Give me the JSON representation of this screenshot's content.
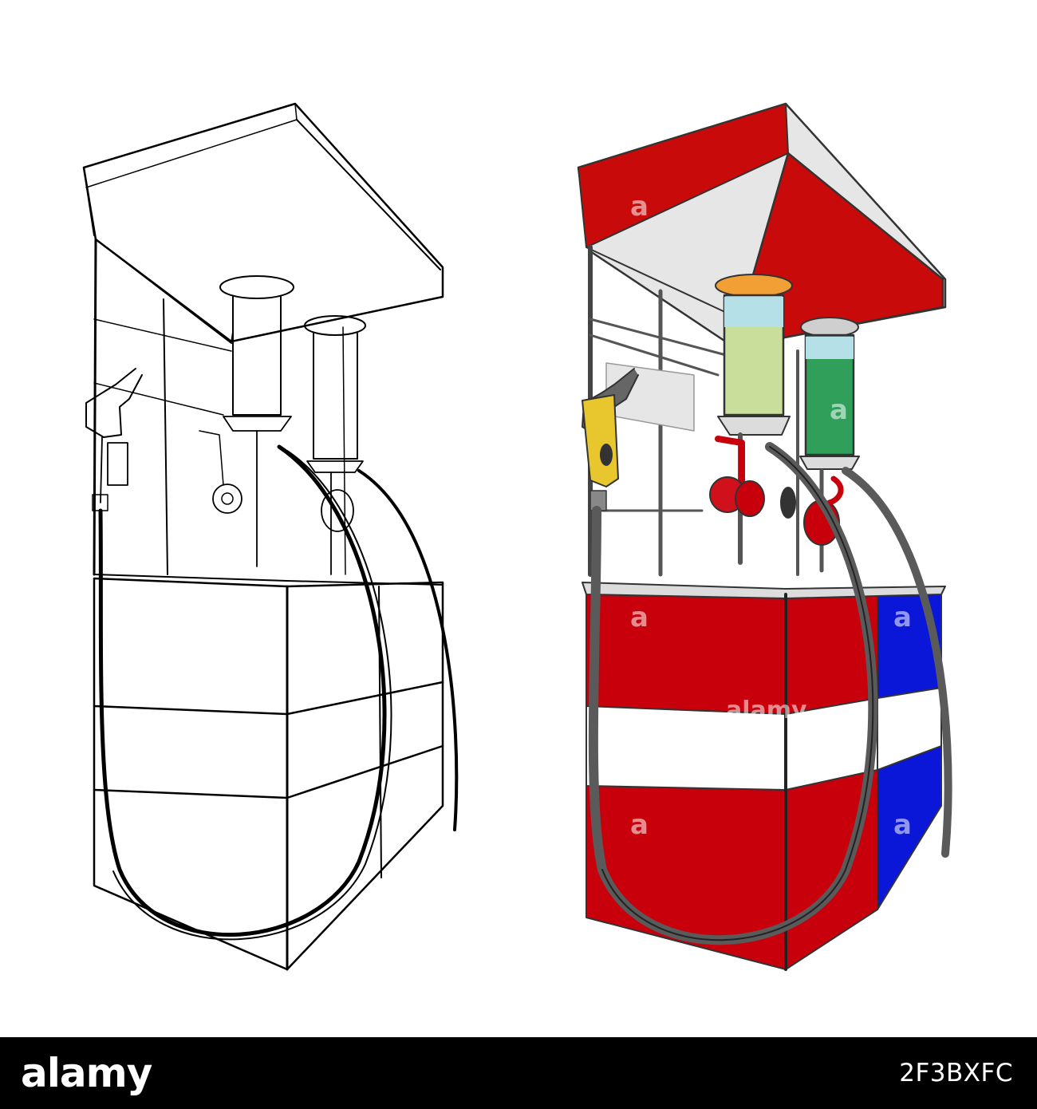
{
  "footer": {
    "logo_text": "alamy",
    "image_id": "2F3BXFC"
  },
  "watermark": {
    "text": "a",
    "large_text": "alamy"
  },
  "colors": {
    "background": "#ffffff",
    "footer": "#000000",
    "pump_red": "#c8000c",
    "pump_blue": "#0a16d8",
    "canopy_red": "#c80a0a",
    "fuel_light_green": "#c9de9a",
    "fuel_green": "#2f9f5a",
    "nozzle_yellow": "#e8c62e",
    "hose_gray": "#5a5a5a"
  },
  "icons": [
    "fuel-pump-sketch",
    "fuel-pump-colored",
    "fuel-nozzle",
    "fuel-tank-glass"
  ]
}
